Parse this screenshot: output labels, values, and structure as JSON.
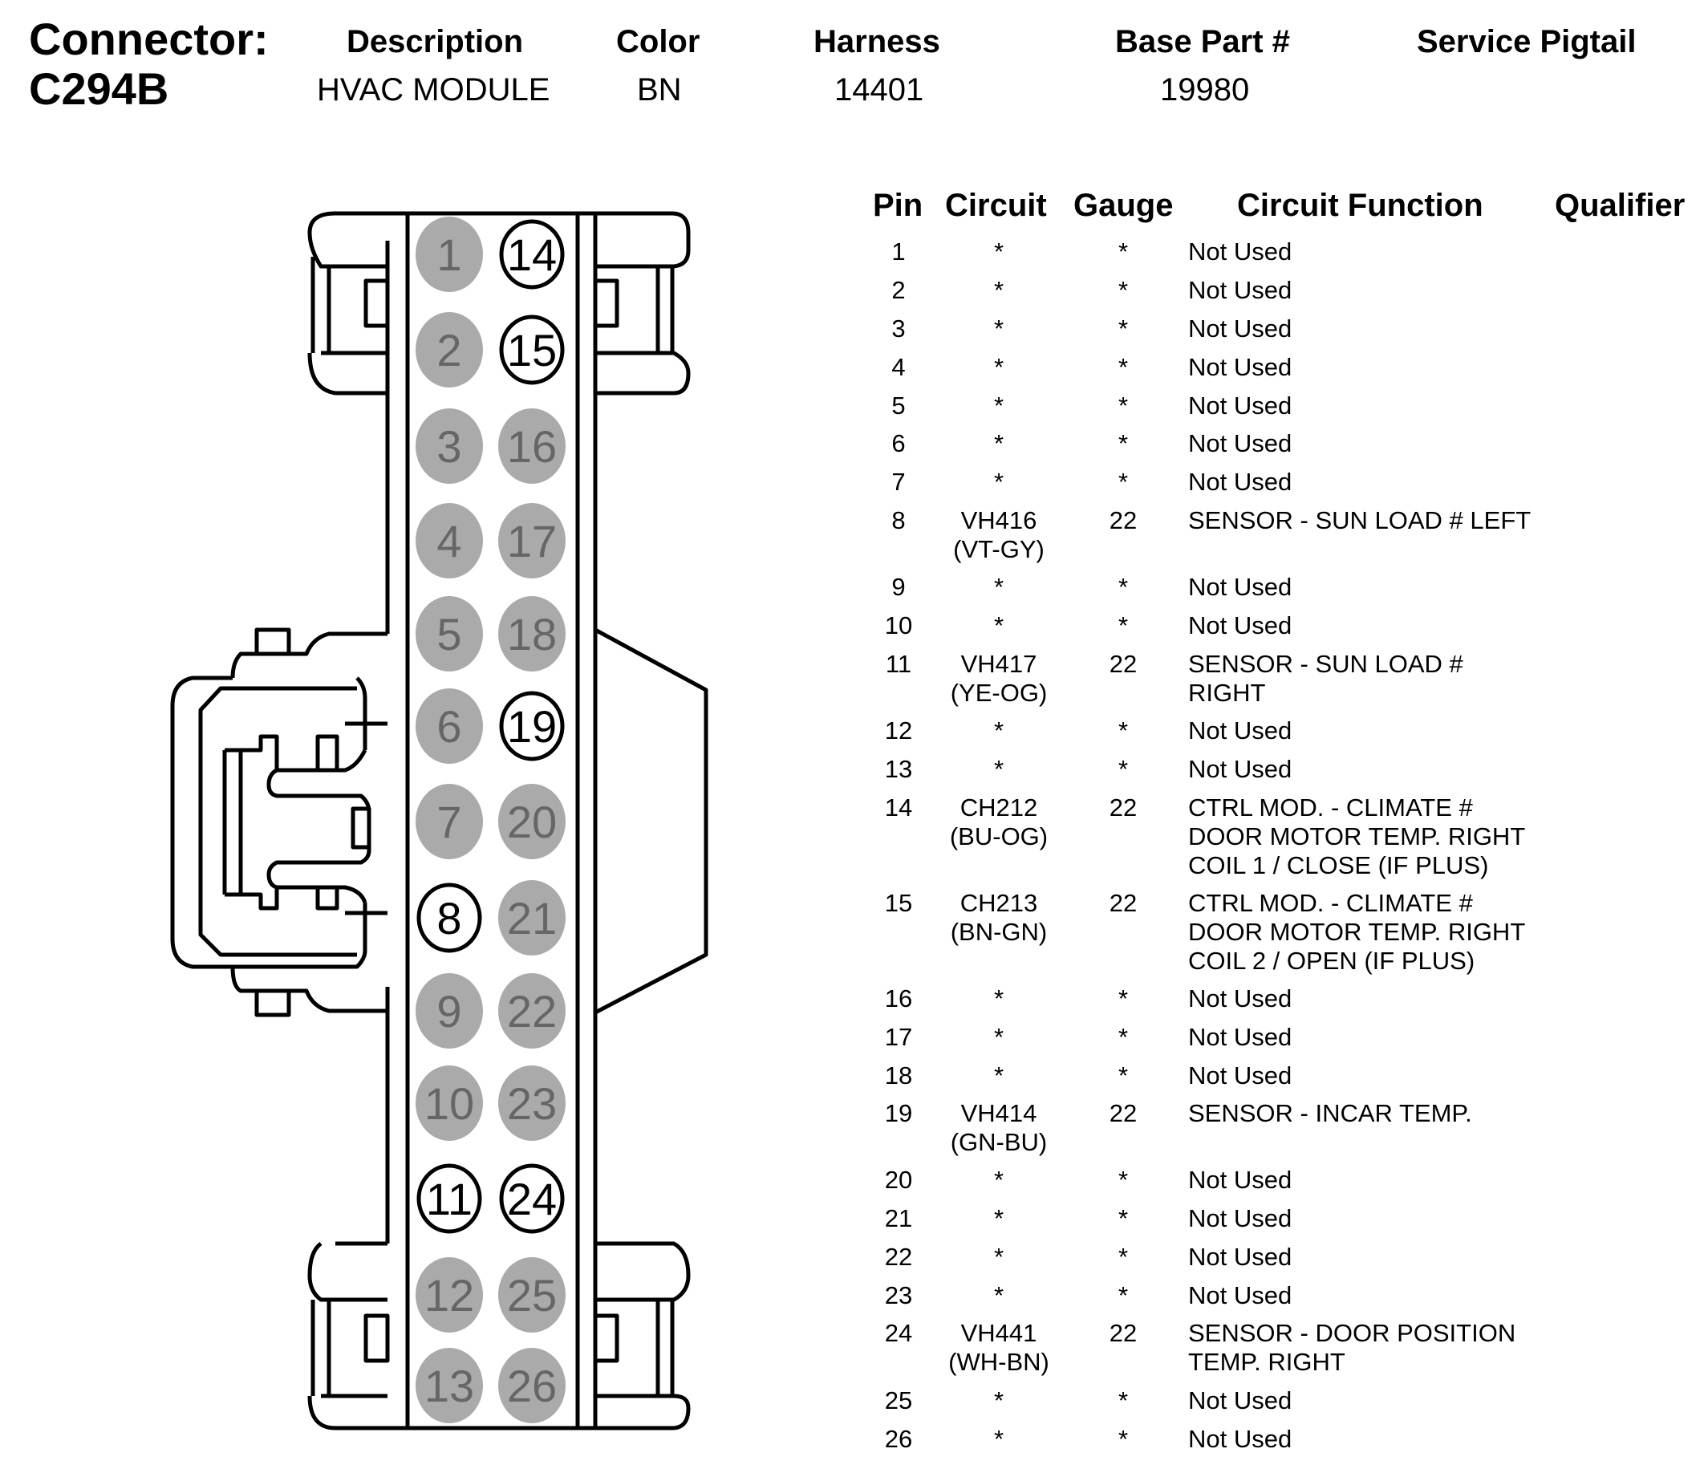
{
  "header": {
    "connector_label": "Connector:",
    "connector_id": "C294B",
    "columns": [
      {
        "label": "Description",
        "value": "HVAC MODULE"
      },
      {
        "label": "Color",
        "value": "BN"
      },
      {
        "label": "Harness",
        "value": "14401"
      },
      {
        "label": "Base Part #",
        "value": "19980"
      },
      {
        "label": "Service Pigtail",
        "value": ""
      }
    ]
  },
  "table": {
    "headers": {
      "pin": "Pin",
      "circuit": "Circuit",
      "gauge": "Gauge",
      "function": "Circuit Function",
      "qualifier": "Qualifier"
    },
    "rows": [
      {
        "pin": "1",
        "circuit": "*",
        "gauge": "*",
        "function": "Not Used",
        "qualifier": ""
      },
      {
        "pin": "2",
        "circuit": "*",
        "gauge": "*",
        "function": "Not Used",
        "qualifier": ""
      },
      {
        "pin": "3",
        "circuit": "*",
        "gauge": "*",
        "function": "Not Used",
        "qualifier": ""
      },
      {
        "pin": "4",
        "circuit": "*",
        "gauge": "*",
        "function": "Not Used",
        "qualifier": ""
      },
      {
        "pin": "5",
        "circuit": "*",
        "gauge": "*",
        "function": "Not Used",
        "qualifier": ""
      },
      {
        "pin": "6",
        "circuit": "*",
        "gauge": "*",
        "function": "Not Used",
        "qualifier": ""
      },
      {
        "pin": "7",
        "circuit": "*",
        "gauge": "*",
        "function": "Not Used",
        "qualifier": ""
      },
      {
        "pin": "8",
        "circuit": "VH416\n(VT-GY)",
        "gauge": "22",
        "function": "SENSOR - SUN LOAD # LEFT",
        "qualifier": ""
      },
      {
        "pin": "9",
        "circuit": "*",
        "gauge": "*",
        "function": "Not Used",
        "qualifier": ""
      },
      {
        "pin": "10",
        "circuit": "*",
        "gauge": "*",
        "function": "Not Used",
        "qualifier": ""
      },
      {
        "pin": "11",
        "circuit": "VH417\n(YE-OG)",
        "gauge": "22",
        "function": "SENSOR - SUN LOAD #\nRIGHT",
        "qualifier": ""
      },
      {
        "pin": "12",
        "circuit": "*",
        "gauge": "*",
        "function": "Not Used",
        "qualifier": ""
      },
      {
        "pin": "13",
        "circuit": "*",
        "gauge": "*",
        "function": "Not Used",
        "qualifier": ""
      },
      {
        "pin": "14",
        "circuit": "CH212\n(BU-OG)",
        "gauge": "22",
        "function": "CTRL MOD. - CLIMATE #\nDOOR MOTOR TEMP. RIGHT\nCOIL 1 / CLOSE (IF PLUS)",
        "qualifier": ""
      },
      {
        "pin": "15",
        "circuit": "CH213\n(BN-GN)",
        "gauge": "22",
        "function": "CTRL MOD. - CLIMATE #\nDOOR MOTOR TEMP. RIGHT\nCOIL 2 / OPEN (IF PLUS)",
        "qualifier": ""
      },
      {
        "pin": "16",
        "circuit": "*",
        "gauge": "*",
        "function": "Not Used",
        "qualifier": ""
      },
      {
        "pin": "17",
        "circuit": "*",
        "gauge": "*",
        "function": "Not Used",
        "qualifier": ""
      },
      {
        "pin": "18",
        "circuit": "*",
        "gauge": "*",
        "function": "Not Used",
        "qualifier": ""
      },
      {
        "pin": "19",
        "circuit": "VH414\n(GN-BU)",
        "gauge": "22",
        "function": "SENSOR - INCAR TEMP.",
        "qualifier": ""
      },
      {
        "pin": "20",
        "circuit": "*",
        "gauge": "*",
        "function": "Not Used",
        "qualifier": ""
      },
      {
        "pin": "21",
        "circuit": "*",
        "gauge": "*",
        "function": "Not Used",
        "qualifier": ""
      },
      {
        "pin": "22",
        "circuit": "*",
        "gauge": "*",
        "function": "Not Used",
        "qualifier": ""
      },
      {
        "pin": "23",
        "circuit": "*",
        "gauge": "*",
        "function": "Not Used",
        "qualifier": ""
      },
      {
        "pin": "24",
        "circuit": "VH441\n(WH-BN)",
        "gauge": "22",
        "function": "SENSOR - DOOR POSITION\nTEMP. RIGHT",
        "qualifier": ""
      },
      {
        "pin": "25",
        "circuit": "*",
        "gauge": "*",
        "function": "Not Used",
        "qualifier": ""
      },
      {
        "pin": "26",
        "circuit": "*",
        "gauge": "*",
        "function": "Not Used",
        "qualifier": ""
      }
    ]
  },
  "connector": {
    "left_column_pins": [
      "1",
      "2",
      "3",
      "4",
      "5",
      "6",
      "7",
      "8",
      "9",
      "10",
      "11",
      "12",
      "13"
    ],
    "right_column_pins": [
      "14",
      "15",
      "16",
      "17",
      "18",
      "19",
      "20",
      "21",
      "22",
      "23",
      "24",
      "25",
      "26"
    ],
    "used_pins": [
      "8",
      "11",
      "14",
      "15",
      "19",
      "24"
    ],
    "colors": {
      "unused_fill": "#aaaaaa",
      "unused_text": "#666666",
      "used_fill": "#ffffff",
      "used_text": "#000000",
      "outline": "#000000"
    }
  }
}
